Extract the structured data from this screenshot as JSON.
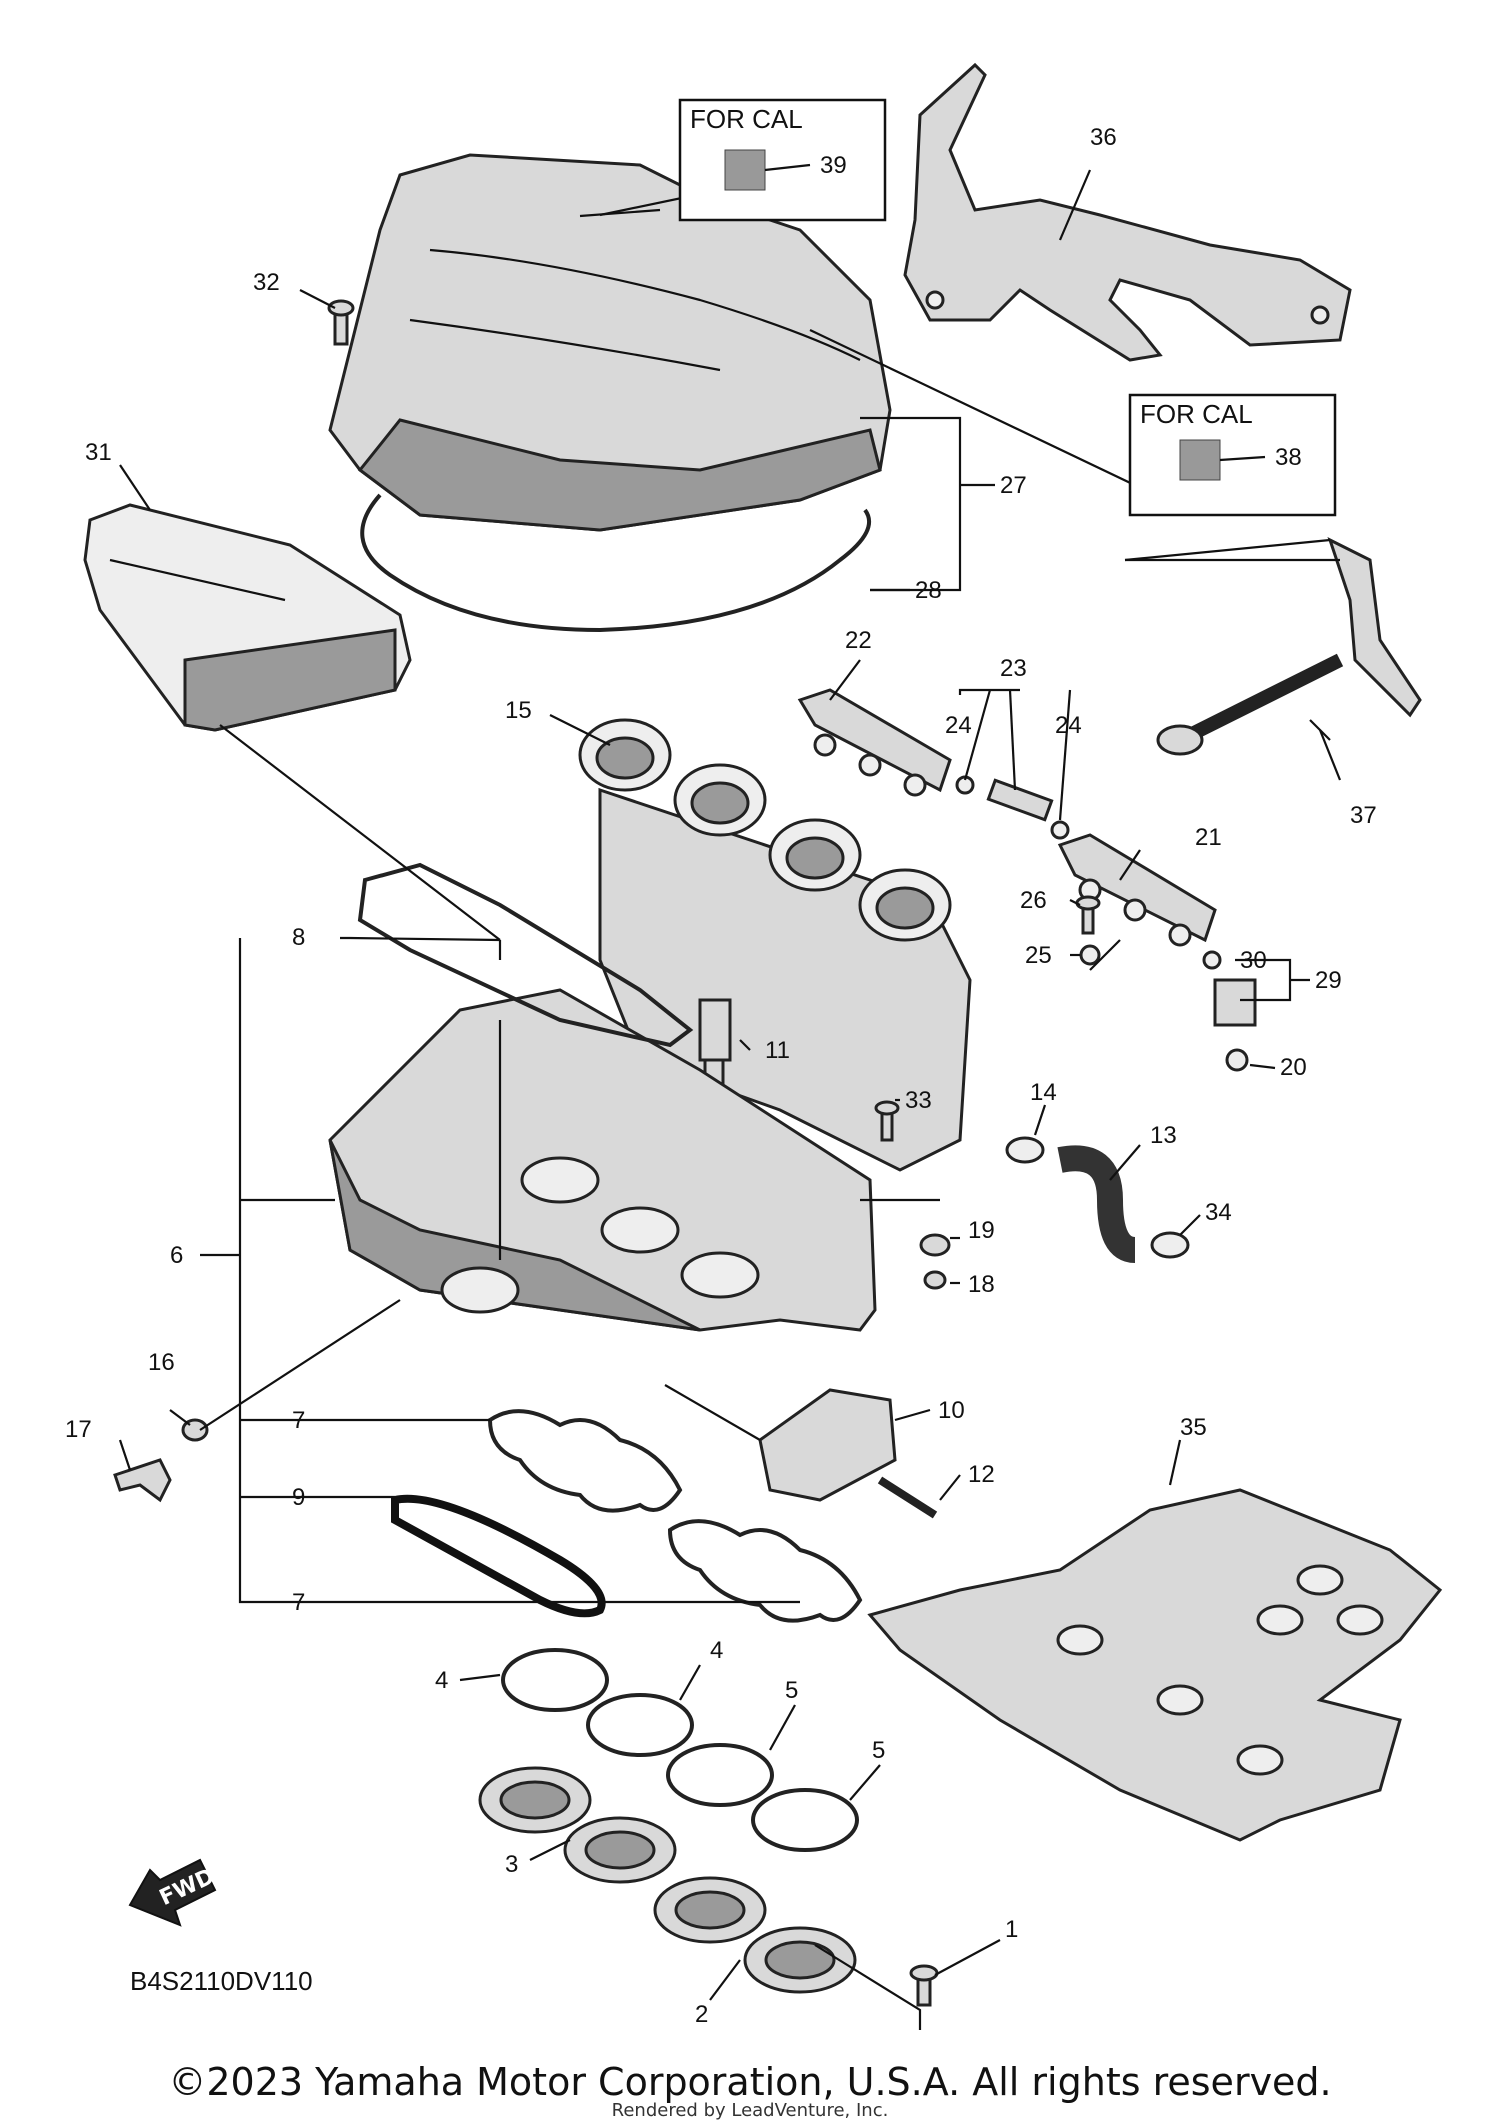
{
  "diagram": {
    "drawing_code": "B4S2110DV110",
    "fwd_label": "FWD",
    "callout_box_text": "FOR CAL",
    "callouts": [
      "1",
      "2",
      "3",
      "4",
      "4",
      "5",
      "5",
      "6",
      "7",
      "7",
      "8",
      "9",
      "10",
      "11",
      "12",
      "13",
      "14",
      "15",
      "16",
      "17",
      "18",
      "19",
      "20",
      "21",
      "22",
      "23",
      "24",
      "24",
      "25",
      "26",
      "27",
      "28",
      "29",
      "30",
      "31",
      "32",
      "33",
      "34",
      "35",
      "36",
      "37",
      "38",
      "39"
    ]
  },
  "footer": {
    "copyright": "©2023 Yamaha Motor Corporation, U.S.A. All rights reserved.",
    "rendered_by": "Rendered by LeadVenture, Inc."
  }
}
